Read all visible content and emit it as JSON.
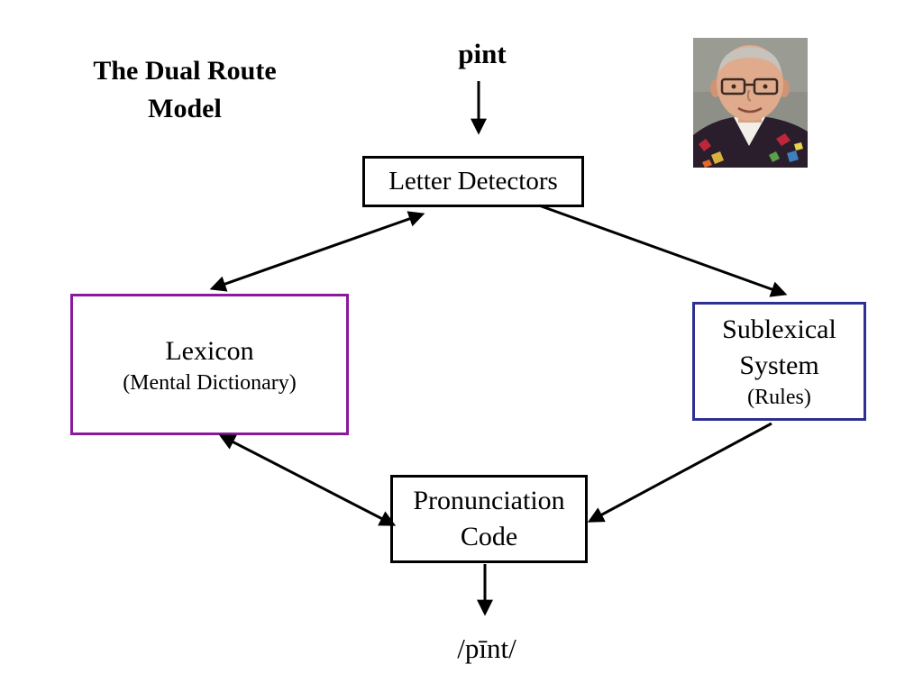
{
  "title": {
    "line1": "The Dual Route",
    "line2": "Model"
  },
  "input_word": "pint",
  "nodes": {
    "letter_detectors": {
      "label": "Letter Detectors"
    },
    "lexicon": {
      "label": "Lexicon",
      "sublabel": "(Mental Dictionary)"
    },
    "sublexical": {
      "line1": "Sublexical",
      "line2": "System",
      "sublabel": "(Rules)"
    },
    "pronunciation": {
      "line1": "Pronunciation",
      "line2": "Code"
    }
  },
  "output_word": "/pīnt/",
  "photo": {
    "subject": "portrait-photo"
  },
  "colors": {
    "lexicon_border": "#8a1a9b",
    "sublexical_border": "#2e3192",
    "arrows": "#000000"
  }
}
